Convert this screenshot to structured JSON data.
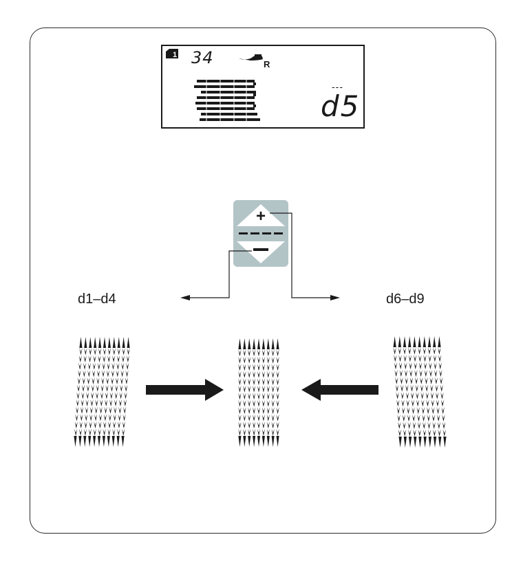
{
  "lcd": {
    "memory_icon": "memory-1-icon",
    "pattern_number": "34",
    "foot_icon": "presser-foot-icon",
    "foot_letter": "R",
    "adjust_dash": "---",
    "balance_code": "d5"
  },
  "control": {
    "plus_symbol": "+",
    "minus_symbol": "−",
    "middle_symbol": "---",
    "background_color": "#b3c4c7"
  },
  "labels": {
    "left_range": "d1–d4",
    "right_range": "d6–d9"
  }
}
